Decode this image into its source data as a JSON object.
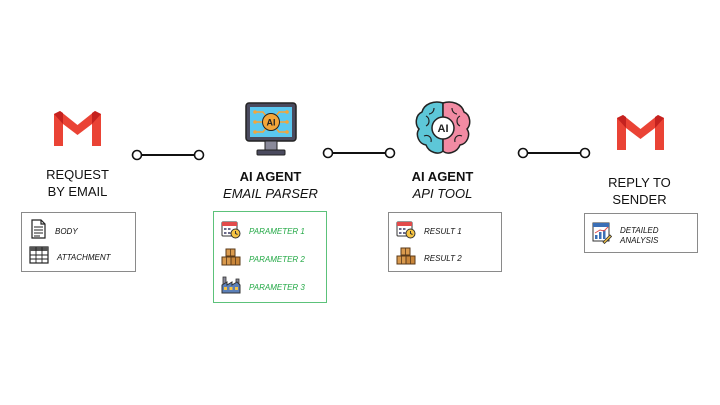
{
  "stages": [
    {
      "line1": "REQUEST",
      "line2": "BY EMAIL",
      "icon": "gmail-icon"
    },
    {
      "line1": "AI AGENT",
      "line2": "EMAIL PARSER",
      "icon": "ai-monitor-icon"
    },
    {
      "line1": "AI AGENT",
      "line2": "API TOOL",
      "icon": "ai-brain-icon"
    },
    {
      "line1": "REPLY TO",
      "line2": "SENDER",
      "icon": "gmail-icon"
    }
  ],
  "boxes": {
    "request": [
      {
        "label": "BODY",
        "icon": "document-icon"
      },
      {
        "label": "ATTACHMENT",
        "icon": "spreadsheet-icon"
      }
    ],
    "parser": [
      {
        "label": "PARAMETER 1",
        "icon": "calendar-clock-icon"
      },
      {
        "label": "PARAMETER 2",
        "icon": "boxes-icon"
      },
      {
        "label": "PARAMETER 3",
        "icon": "factory-icon"
      }
    ],
    "api": [
      {
        "label": "RESULT 1",
        "icon": "calendar-clock-icon"
      },
      {
        "label": "RESULT 2",
        "icon": "boxes-icon"
      }
    ],
    "reply": [
      {
        "label": "DETAILED\nANALYSIS",
        "icon": "chart-report-icon"
      }
    ]
  },
  "colors": {
    "gmail_red": "#ea4335",
    "parser_green": "#22a845",
    "box_border": "#8a8a8a",
    "connector": "#111111"
  }
}
